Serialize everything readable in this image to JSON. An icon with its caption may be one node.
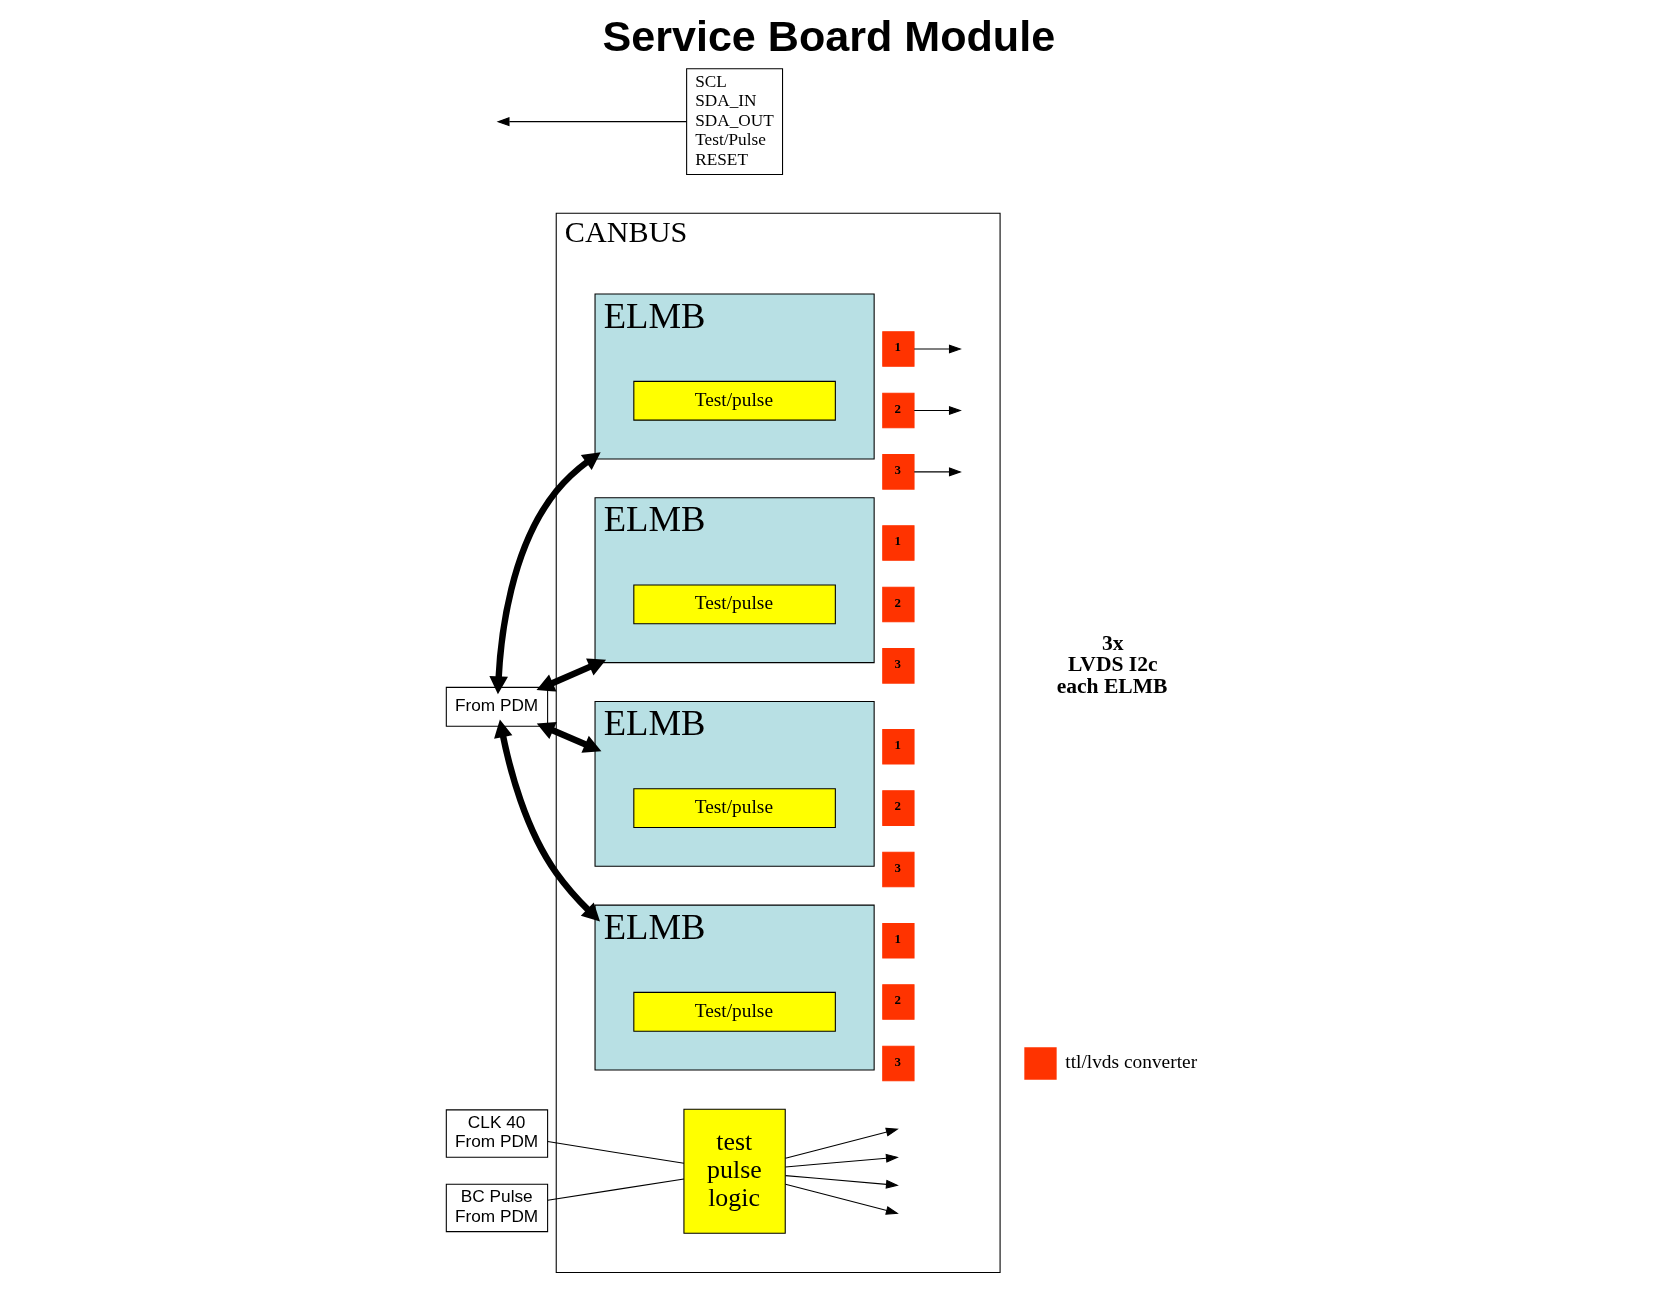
{
  "diagram": {
    "title": "Service Board Module",
    "nodes": [
      {
        "text": [
          "CANBUS"
        ]
      },
      {
        "text": [
          "SCL",
          "SDA_IN",
          "SDA_OUT",
          "Test/Pulse",
          "RESET"
        ]
      },
      {
        "text": [
          "From PDM"
        ]
      },
      {
        "text": [
          "ELMB"
        ],
        "in": 0
      },
      {
        "text": [
          "Test/pulse"
        ],
        "in": 3
      },
      {
        "text": [
          "1"
        ],
        "in": 0
      },
      {
        "text": [
          "2"
        ],
        "in": 0
      },
      {
        "text": [
          "3"
        ],
        "in": 0
      },
      {
        "text": [
          "ELMB"
        ],
        "in": 0
      },
      {
        "text": [
          "Test/pulse"
        ],
        "in": 8
      },
      {
        "text": [
          "1"
        ],
        "in": 0
      },
      {
        "text": [
          "2"
        ],
        "in": 0
      },
      {
        "text": [
          "3"
        ],
        "in": 0
      },
      {
        "text": [
          "ELMB"
        ],
        "in": 0
      },
      {
        "text": [
          "Test/pulse"
        ],
        "in": 13
      },
      {
        "text": [
          "1"
        ],
        "in": 0
      },
      {
        "text": [
          "2"
        ],
        "in": 0
      },
      {
        "text": [
          "3"
        ],
        "in": 0
      },
      {
        "text": [
          "CLK 40 From PDM"
        ]
      },
      {
        "text": [
          "test pulse logic"
        ],
        "in": 0
      },
      {
        "text": [
          "BC Pulse From PDM"
        ]
      },
      {
        "text": [
          "ELMB"
        ],
        "in": 0
      },
      {
        "text": [
          "Test/pulse"
        ],
        "in": 21
      },
      {
        "text": [
          "1"
        ],
        "in": 0
      },
      {
        "text": [
          "2"
        ],
        "in": 0
      },
      {
        "text": [
          "3"
        ],
        "in": 0
      }
    ],
    "edges": [
      {
        "from": 2,
        "to": 3,
        "arrow": "both",
        "style": "thick"
      },
      {
        "from": 2,
        "to": 8,
        "arrow": "both",
        "style": "thick"
      },
      {
        "from": 2,
        "to": 13,
        "arrow": "both",
        "style": "thick"
      },
      {
        "from": 2,
        "to": 21,
        "arrow": "both",
        "style": "thick"
      },
      {
        "from": 5,
        "to": null,
        "arrow": "to"
      },
      {
        "from": 6,
        "to": null,
        "arrow": "to"
      },
      {
        "from": 7,
        "to": null,
        "arrow": "to"
      },
      {
        "from": 1,
        "to": null,
        "arrow": "to"
      },
      {
        "from": 18,
        "to": 19,
        "arrow": "none"
      },
      {
        "from": 20,
        "to": 19,
        "arrow": "none"
      },
      {
        "from": 19,
        "to": null,
        "arrow": "to"
      },
      {
        "from": 19,
        "to": null,
        "arrow": "to"
      },
      {
        "from": 19,
        "to": null,
        "arrow": "to"
      },
      {
        "from": 19,
        "to": null,
        "arrow": "to"
      }
    ],
    "labels": [
      "3x LVDS I2c each ELMB"
    ],
    "legend": [
      {
        "text": "ttl/lvds converter",
        "color": "#ff3300"
      }
    ]
  }
}
